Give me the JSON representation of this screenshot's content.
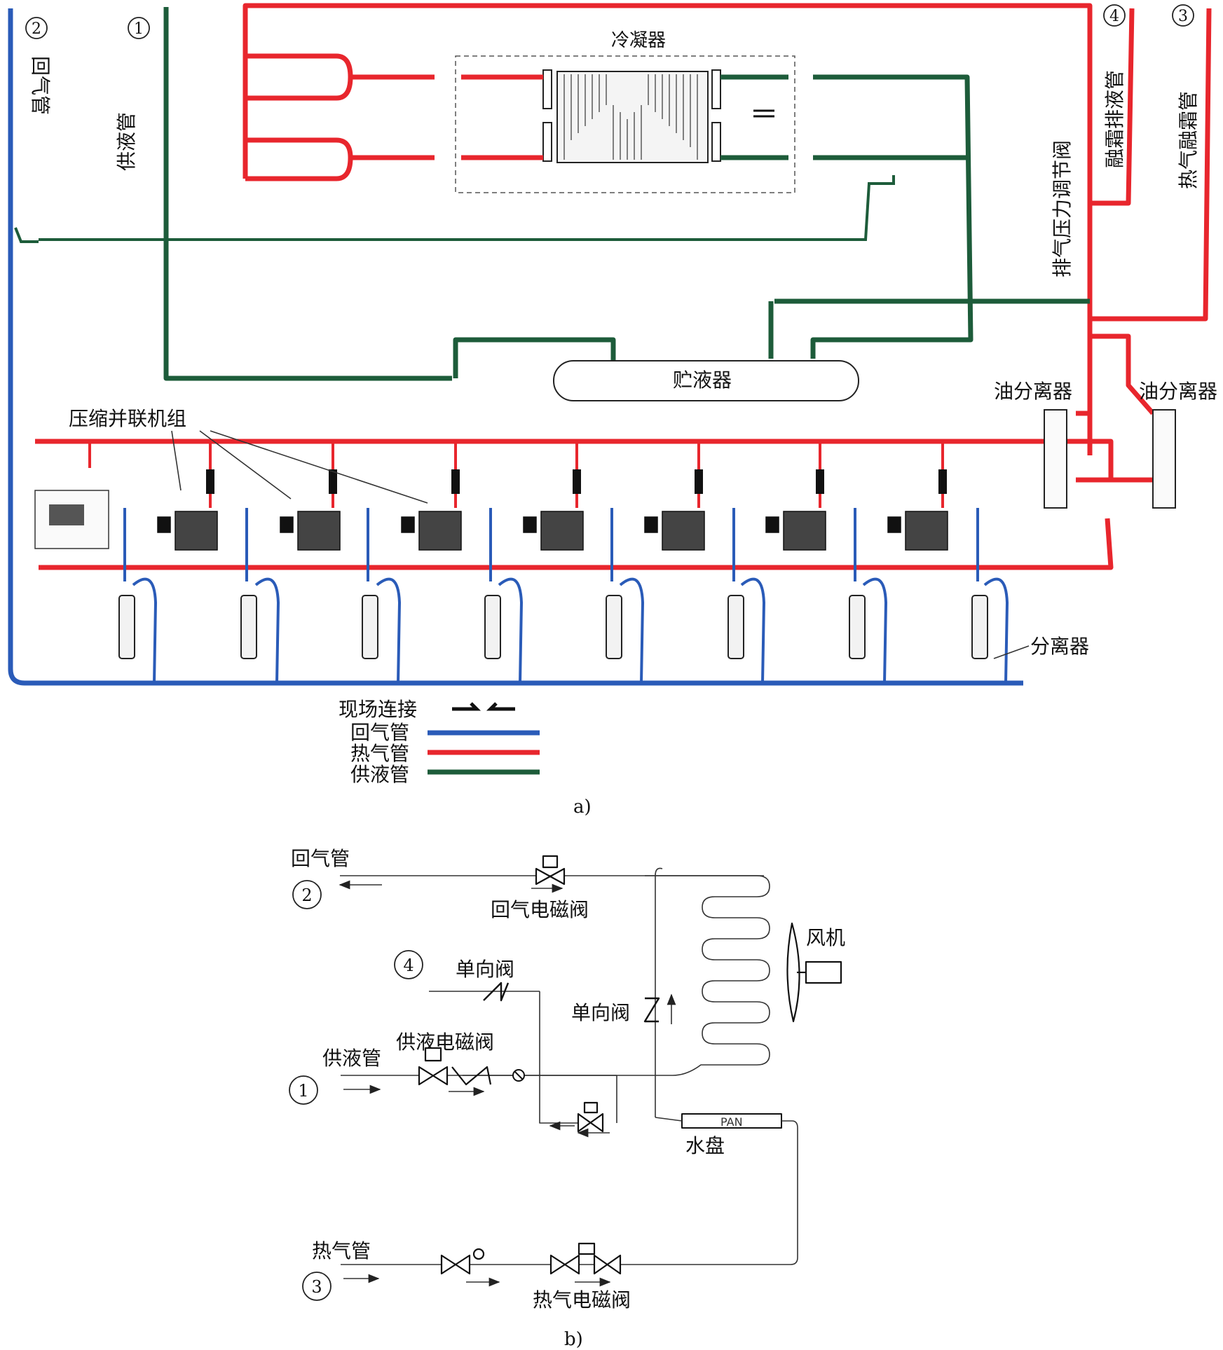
{
  "colors": {
    "hot_gas": "#e8262d",
    "return_gas": "#2a5bb8",
    "liquid": "#1d5c3a",
    "ink": "#222222"
  },
  "part_a": {
    "caption": "a)",
    "condenser": "冷凝器",
    "receiver": "贮液器",
    "compressor_group": "压缩并联机组",
    "oil_separator_left": "油分离器",
    "oil_separator_right": "油分离器",
    "separator": "分离器",
    "discharge_valve": "排气压力调节阀",
    "defrost_drain": "融霜排液管",
    "hot_defrost": "热气融霜管",
    "return_pipe": "回气管",
    "supply_pipe": "供液管",
    "markers": {
      "m1": "1",
      "m2": "2",
      "m3": "3",
      "m4": "4"
    },
    "legend": {
      "field_connection": "现场连接",
      "return_gas": "回气管",
      "hot_gas": "热气管",
      "liquid": "供液管"
    }
  },
  "part_b": {
    "caption": "b)",
    "return_pipe": "回气管",
    "return_valve": "回气电磁阀",
    "fan": "风机",
    "check_valve_top": "单向阀",
    "check_valve_mid": "单向阀",
    "supply_pipe": "供液管",
    "supply_valve": "供液电磁阀",
    "pan_tag": "PAN",
    "water_pan": "水盘",
    "hot_pipe": "热气管",
    "hot_valve": "热气电磁阀",
    "markers": {
      "m1": "1",
      "m2": "2",
      "m3": "3",
      "m4": "4"
    }
  }
}
